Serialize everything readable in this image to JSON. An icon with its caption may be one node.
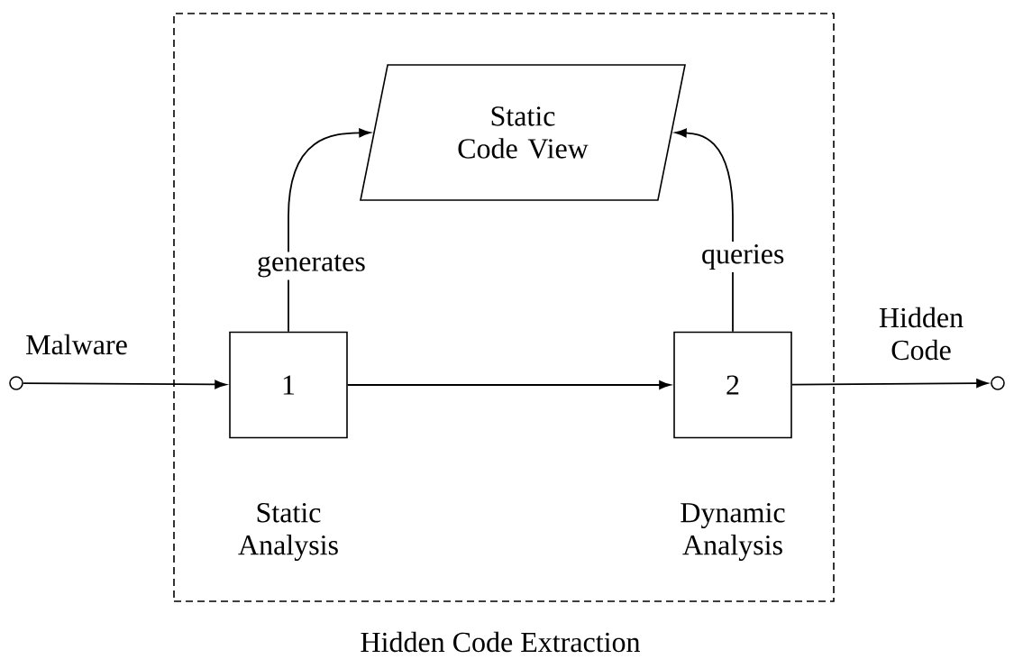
{
  "diagram": {
    "nodes": [
      {
        "text": [
          "Hidden Code Extraction"
        ]
      },
      {
        "text": [
          "Static Code View"
        ],
        "in": 0
      },
      {
        "text": [
          "1"
        ],
        "beside": [
          "Static Analysis"
        ],
        "in": 0
      },
      {
        "text": [
          "2"
        ],
        "beside": [
          "Dynamic Analysis"
        ],
        "in": 0
      },
      {
        "text": [],
        "shape": "circle"
      },
      {
        "text": [],
        "shape": "circle"
      }
    ],
    "edges": [
      {
        "from": 4,
        "to": 2,
        "arrow": "to",
        "label": "Malware"
      },
      {
        "from": 2,
        "to": 1,
        "arrow": "to",
        "label": "generates"
      },
      {
        "from": 3,
        "to": 1,
        "arrow": "to",
        "label": "queries"
      },
      {
        "from": 2,
        "to": 3,
        "arrow": "to"
      },
      {
        "from": 3,
        "to": 5,
        "arrow": "to",
        "label": "Hidden Code"
      }
    ]
  }
}
